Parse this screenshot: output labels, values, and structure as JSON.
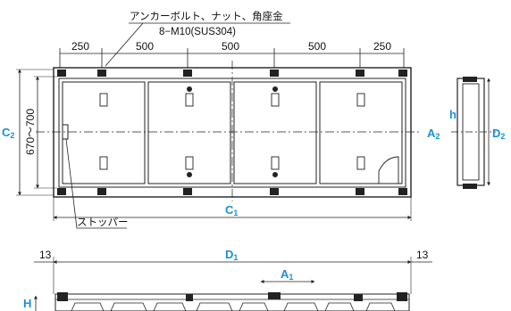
{
  "annotation": {
    "top_line1": "アンカーボルト、ナット、角座金",
    "top_line2": "8−M10(SUS304)",
    "stopper": "ストッパー"
  },
  "top_dims": [
    "250",
    "500",
    "500",
    "500",
    "250"
  ],
  "vertical_range": "670〜700",
  "symbols": {
    "C2": {
      "main": "C",
      "sub": "2"
    },
    "C1": {
      "main": "C",
      "sub": "1"
    },
    "A2": {
      "main": "A",
      "sub": "2"
    },
    "D2": {
      "main": "D",
      "sub": "2"
    },
    "h": "h",
    "D1": {
      "main": "D",
      "sub": "1"
    },
    "A1": {
      "main": "A",
      "sub": "1"
    },
    "H": "H"
  },
  "bottom_dims": {
    "left": "13",
    "right": "13"
  },
  "colors": {
    "accent": "#1a8fd6",
    "line": "#222222"
  }
}
